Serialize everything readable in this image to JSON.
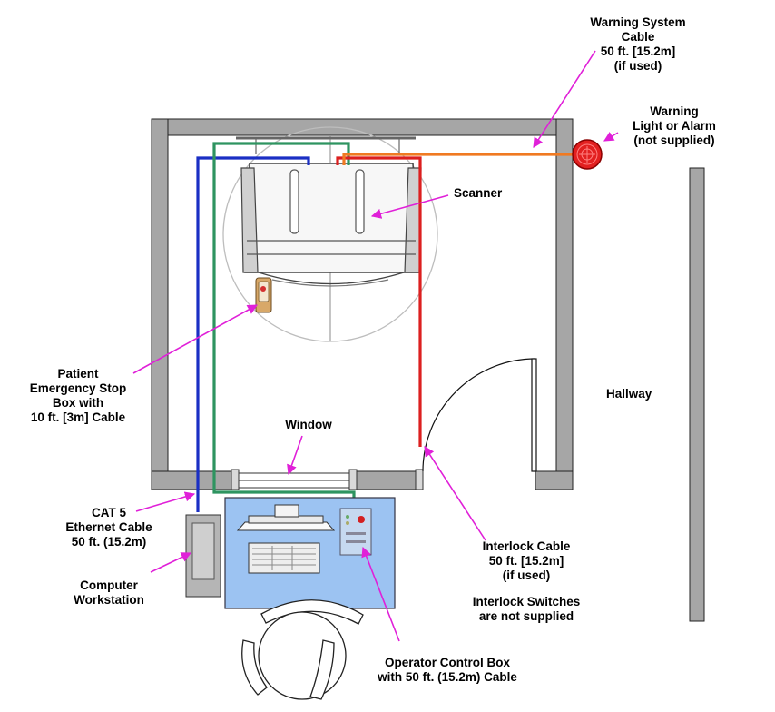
{
  "labels": {
    "warning_system_cable": [
      "Warning System",
      "Cable",
      "50 ft. [15.2m]",
      "(if used)"
    ],
    "warning_light": [
      "Warning",
      "Light or Alarm",
      "(not supplied)"
    ],
    "scanner": "Scanner",
    "hallway": "Hallway",
    "patient_stop": [
      "Patient",
      "Emergency Stop",
      "Box with",
      "10 ft. [3m] Cable"
    ],
    "window": "Window",
    "cat5": [
      "CAT 5",
      "Ethernet Cable",
      "50 ft. (15.2m)"
    ],
    "computer_workstation": [
      "Computer",
      "Workstation"
    ],
    "interlock_cable": [
      "Interlock Cable",
      "50 ft. [15.2m]",
      "(if used)"
    ],
    "interlock_switches": [
      "Interlock Switches",
      "are not supplied"
    ],
    "operator_box": [
      "Operator Control Box",
      "with 50 ft. (15.2m) Cable"
    ]
  },
  "colors": {
    "wall": "#a6a6a6",
    "cable_blue": "#1a2fc4",
    "cable_green": "#2e9460",
    "cable_red": "#dc1f1f",
    "cable_orange": "#f07a22",
    "pointer": "#e020d8",
    "desk": "#9cc3f2",
    "alarm": "#e22020"
  }
}
